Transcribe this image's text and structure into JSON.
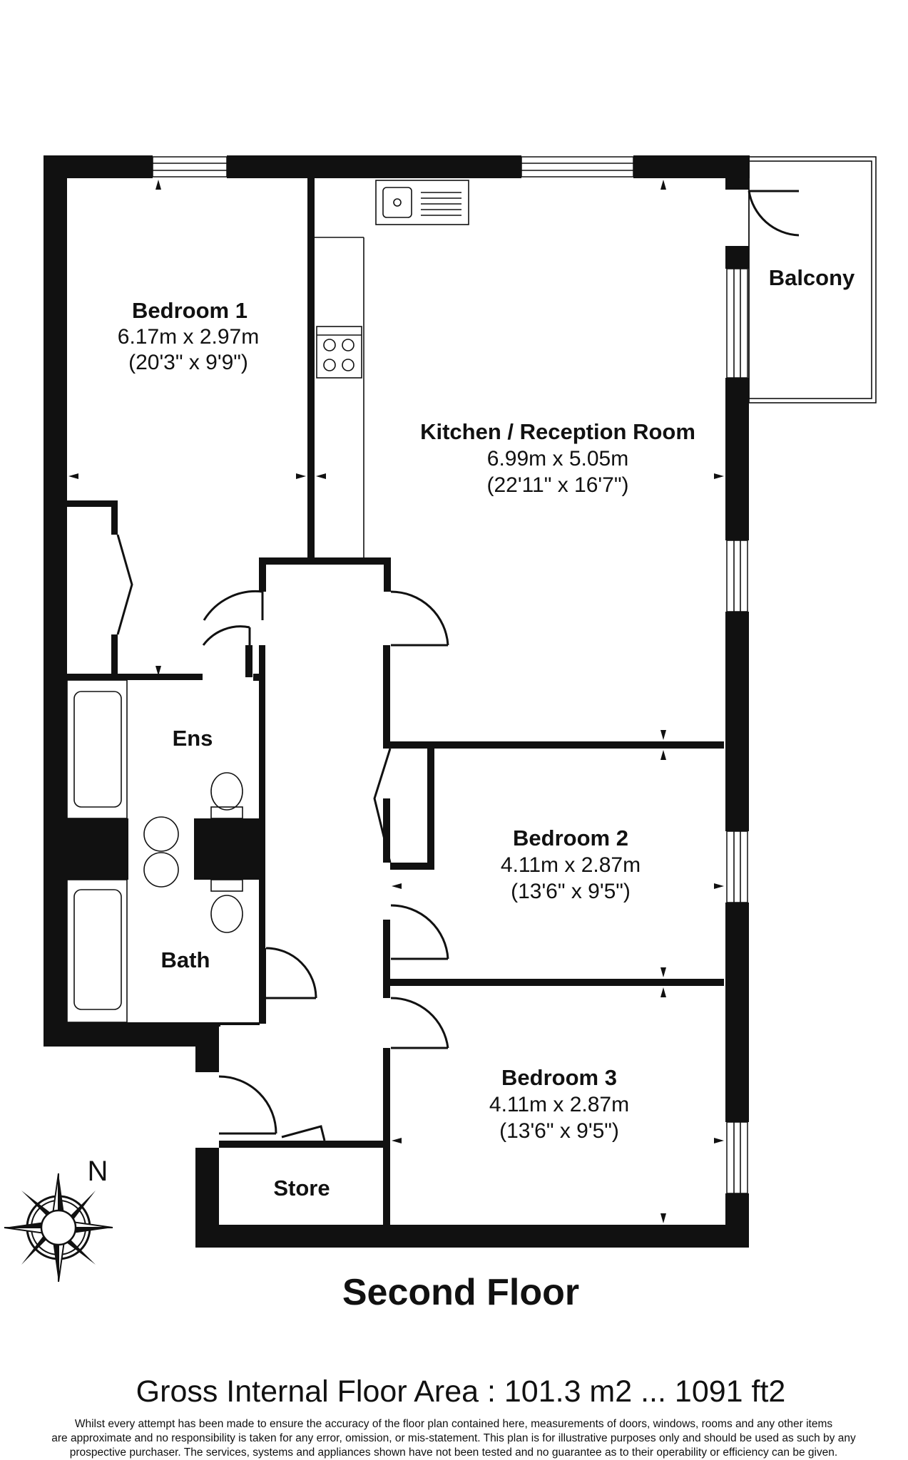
{
  "rooms": {
    "bedroom1": {
      "name": "Bedroom 1",
      "metric": "6.17m x 2.97m",
      "imperial": "(20'3\" x 9'9\")"
    },
    "kitchen": {
      "name": "Kitchen / Reception Room",
      "metric": "6.99m x 5.05m",
      "imperial": "(22'11\" x 16'7\")"
    },
    "balcony": {
      "name": "Balcony"
    },
    "ensuite": {
      "name": "Ens"
    },
    "bath": {
      "name": "Bath"
    },
    "bedroom2": {
      "name": "Bedroom 2",
      "metric": "4.11m x 2.87m",
      "imperial": "(13'6\" x 9'5\")"
    },
    "bedroom3": {
      "name": "Bedroom 3",
      "metric": "4.11m x 2.87m",
      "imperial": "(13'6\" x 9'5\")"
    },
    "store": {
      "name": "Store"
    }
  },
  "compass": {
    "label": "N"
  },
  "floor_title": "Second Floor",
  "gross_area": "Gross Internal Floor Area : 101.3 m2 ... 1091 ft2",
  "disclaimer": [
    "Whilst every attempt has been made to ensure the accuracy of the floor plan contained here, measurements of doors, windows, rooms and any other items",
    "are approximate and no responsibility is taken for any error, omission, or mis-statement. This plan is for illustrative purposes only and should be used as such by any",
    "prospective purchaser. The services, systems and appliances shown have not been tested and no guarantee as to their operability or efficiency can be given."
  ],
  "colors": {
    "wall": "#111111",
    "background": "#ffffff"
  }
}
